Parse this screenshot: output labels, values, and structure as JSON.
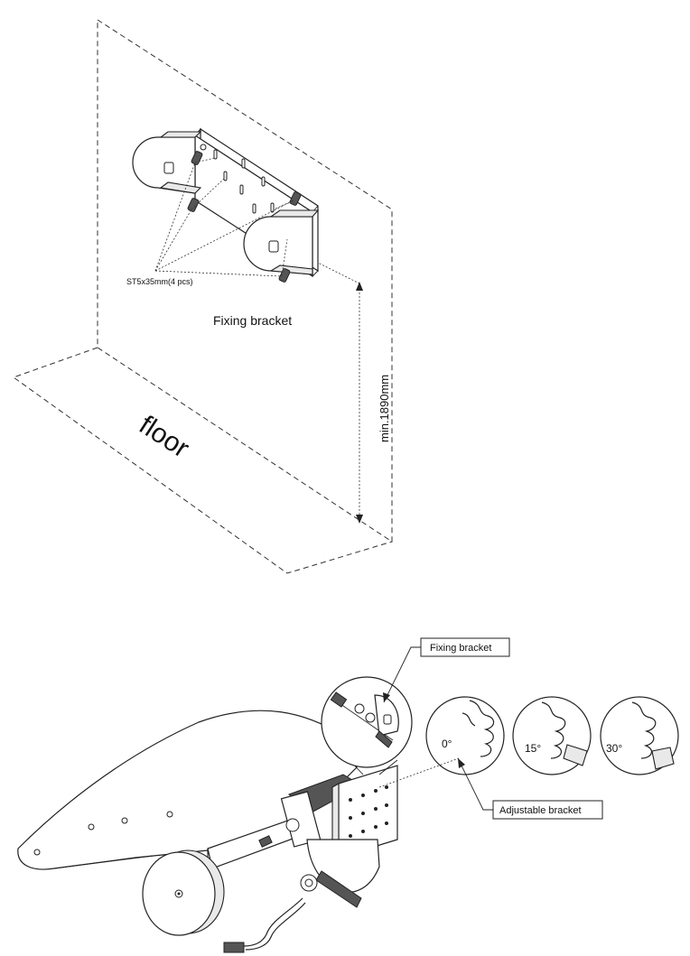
{
  "upper_figure": {
    "screw_label": "ST5x35mm(4 pcs)",
    "bracket_label": "Fixing bracket",
    "floor_label": "floor",
    "height_label": "min.1890mm"
  },
  "lower_figure": {
    "fixing_bracket_callout": "Fixing bracket",
    "adjustable_bracket_callout": "Adjustable bracket",
    "angles": [
      "0°",
      "15°",
      "30°"
    ]
  }
}
